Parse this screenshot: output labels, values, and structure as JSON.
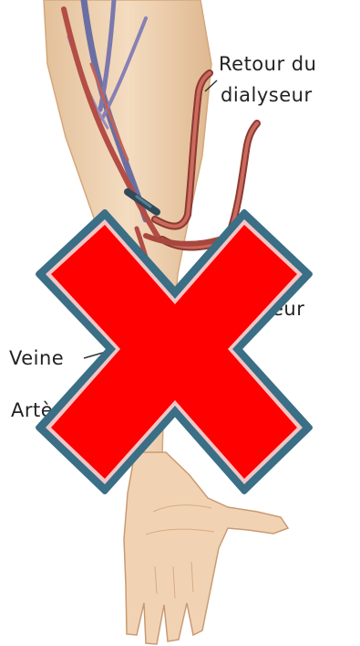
{
  "labels": {
    "retour_line1": "Retour du",
    "retour_line2": "dialyseur",
    "partial_right": "eur",
    "veine": "Veine",
    "artere_partial": "Artè"
  },
  "icons": {
    "overlay": "red-x-cross-icon"
  },
  "colors": {
    "cross_fill": "#ff0000",
    "cross_outline": "#3a6f86",
    "skin": "#f1d6b8",
    "vessel": "#b34d45",
    "vein_blue": "#6a6fa3"
  }
}
